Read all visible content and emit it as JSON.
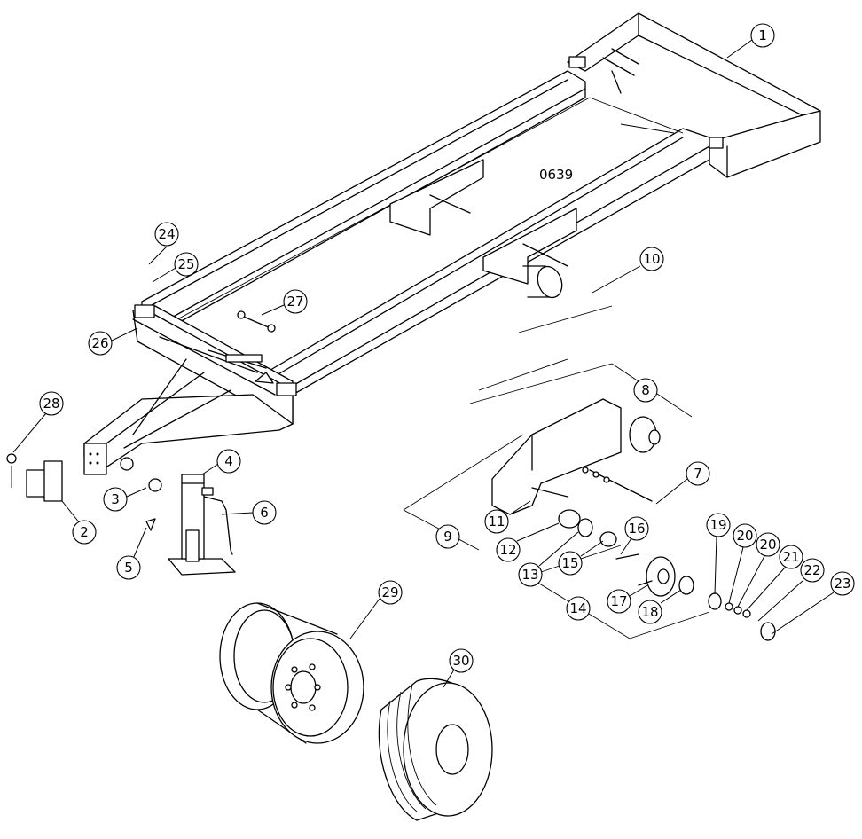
{
  "drawing_code": "0639",
  "callouts": [
    {
      "num": "1"
    },
    {
      "num": "2"
    },
    {
      "num": "3"
    },
    {
      "num": "4"
    },
    {
      "num": "5"
    },
    {
      "num": "6"
    },
    {
      "num": "7"
    },
    {
      "num": "8"
    },
    {
      "num": "9"
    },
    {
      "num": "10"
    },
    {
      "num": "11"
    },
    {
      "num": "12"
    },
    {
      "num": "13"
    },
    {
      "num": "14"
    },
    {
      "num": "15"
    },
    {
      "num": "16"
    },
    {
      "num": "17"
    },
    {
      "num": "18"
    },
    {
      "num": "19"
    },
    {
      "num": "20"
    },
    {
      "num": "20"
    },
    {
      "num": "21"
    },
    {
      "num": "22"
    },
    {
      "num": "23"
    },
    {
      "num": "24"
    },
    {
      "num": "25"
    },
    {
      "num": "26"
    },
    {
      "num": "27"
    },
    {
      "num": "28"
    },
    {
      "num": "29"
    },
    {
      "num": "30"
    }
  ]
}
